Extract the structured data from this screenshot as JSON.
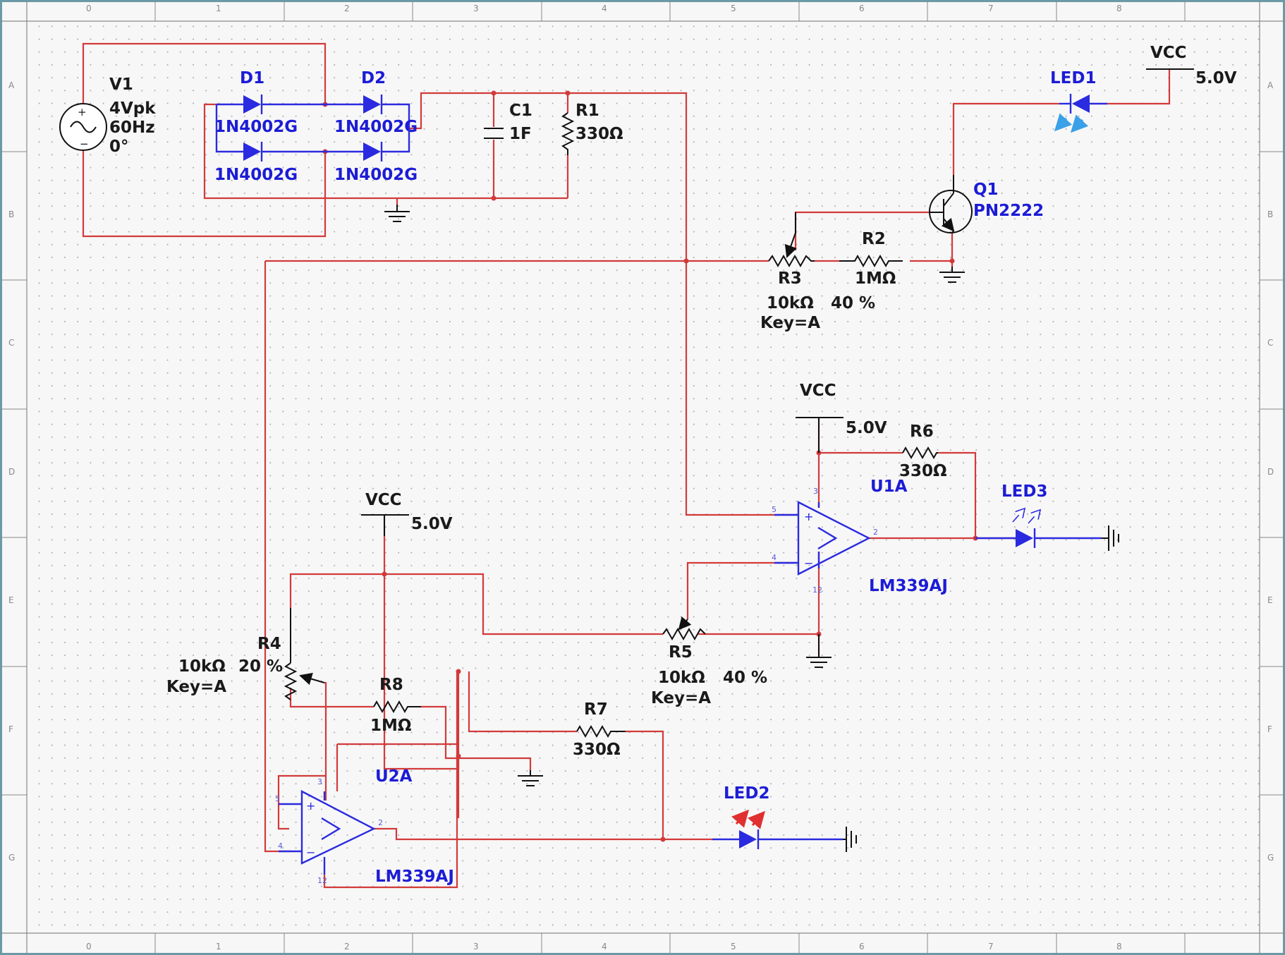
{
  "components": {
    "V1": {
      "ref": "V1",
      "amplitude": "4Vpk",
      "frequency": "60Hz",
      "phase": "0°"
    },
    "D1": {
      "ref": "D1",
      "value": "1N4002G"
    },
    "D2": {
      "ref": "D2",
      "value": "1N4002G"
    },
    "D3": {
      "value": "1N4002G"
    },
    "D4": {
      "value": "1N4002G"
    },
    "C1": {
      "ref": "C1",
      "value": "1F"
    },
    "R1": {
      "ref": "R1",
      "value": "330Ω"
    },
    "R2": {
      "ref": "R2",
      "value": "1MΩ"
    },
    "R3": {
      "ref": "R3",
      "value": "10kΩ",
      "percent": "40 %",
      "key": "Key=A"
    },
    "R4": {
      "ref": "R4",
      "value": "10kΩ",
      "percent": "20 %",
      "key": "Key=A"
    },
    "R5": {
      "ref": "R5",
      "value": "10kΩ",
      "percent": "40 %",
      "key": "Key=A"
    },
    "R6": {
      "ref": "R6",
      "value": "330Ω"
    },
    "R7": {
      "ref": "R7",
      "value": "330Ω"
    },
    "R8": {
      "ref": "R8",
      "value": "1MΩ"
    },
    "Q1": {
      "ref": "Q1",
      "value": "PN2222"
    },
    "LED1": {
      "ref": "LED1"
    },
    "LED2": {
      "ref": "LED2"
    },
    "LED3": {
      "ref": "LED3"
    },
    "U1A": {
      "ref": "U1A",
      "value": "LM339AJ",
      "pins": [
        "5",
        "4",
        "3",
        "2",
        "12"
      ]
    },
    "U2A": {
      "ref": "U2A",
      "value": "LM339AJ",
      "pins": [
        "5",
        "4",
        "3",
        "2",
        "12"
      ]
    }
  },
  "vcc": {
    "label": "VCC",
    "voltage": "5.0V"
  },
  "ruler": {
    "columns": [
      "0",
      "1",
      "2",
      "3",
      "4",
      "5",
      "6",
      "7",
      "8"
    ],
    "rows": [
      "A",
      "B",
      "C",
      "D",
      "E",
      "F",
      "G"
    ]
  },
  "colors": {
    "wire": "#d33a3a",
    "component": "#2a2ae0",
    "label": "#1c1cd6",
    "led_blue": "#3aa0e8",
    "led_red": "#e03030"
  }
}
